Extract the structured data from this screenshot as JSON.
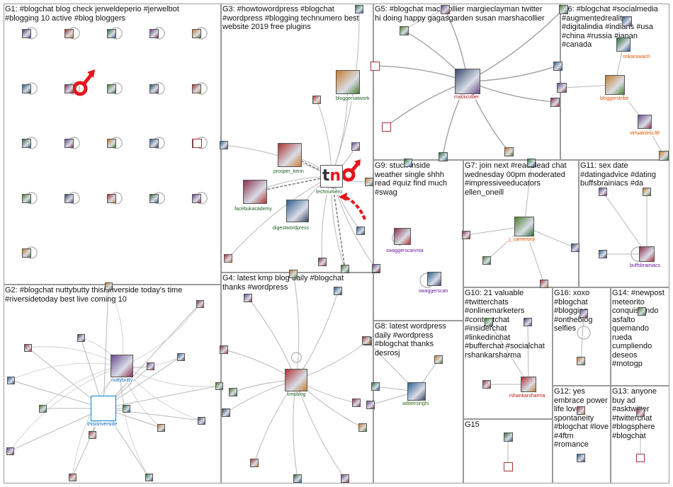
{
  "title": "#blogchat NodeXL network",
  "groups": [
    {
      "id": "G1",
      "label": "G1: #blogchat blog check jerweldeperio #jerwelbot\n#blogging 10 active #blog bloggers"
    },
    {
      "id": "G2",
      "label": "G2: #blogchat nuttybutty thisisriverside today's time\n#riversidetoday best live coming 10"
    },
    {
      "id": "G3",
      "label": "G3: #howtowordpress #blogchat\n#wordpress #blogging technumero best\nwebsite 2019 free plugins"
    },
    {
      "id": "G4",
      "label": "G4: latest kmp blog daily #blogchat\nthanks #wordpress"
    },
    {
      "id": "G5",
      "label": "G5: #blogchat mackcollier margieclayman twitter\nhi doing happy gagasgarden susan marshacollier"
    },
    {
      "id": "G6",
      "label": "G6: #blogchat #socialmedia\n#augmentedreality\n#digitalindia #indians #usa\n#china #russia #japan\n#canada"
    },
    {
      "id": "G7",
      "label": "G7: join next #read2lead chat\nwednesday 00pm moderated\n#impressiveeducators\nellen_oneill"
    },
    {
      "id": "G8",
      "label": "G8: latest wordpress\ndaily #wordpress\n#blogchat thanks\ndesrosj"
    },
    {
      "id": "G9",
      "label": "G9: stuck inside\nweather single shhh\nread #quiz find much\n#swag"
    },
    {
      "id": "G10",
      "label": "G10: 21 valuable\n#twitterchats\n#onlinemarketers\n#contentchat\n#insiderchat\n#linkedinchat\n#bufferchat #socialchat\nrshankarsharma"
    },
    {
      "id": "G11",
      "label": "G11: sex date\n#datingadvice #dating\nbuffsbrainiacs #da"
    },
    {
      "id": "G12",
      "label": "G12: yes\nembrace power\nlife love\nspontaneity\n#blogchat #love\n#4ftm\n#romance"
    },
    {
      "id": "G13",
      "label": "G13: anyone\nbuy ad\n#asktwitter\n#twitterchat\n#blogsphere\n#blogchat"
    },
    {
      "id": "G14",
      "label": "G14: #newpost\nmeteorito\nconquistando\nasfalto\nquemando\nrueda\ncumpliendo\ndeseos\n#motogp"
    },
    {
      "id": "G15",
      "label": "G15"
    },
    {
      "id": "G16",
      "label": "G16: xoxo\n#blogchat\n#blogging\n#ontheblog\nselfies"
    }
  ],
  "node_labels": [
    {
      "id": "bloggersatwork",
      "label": "bloggersatwork"
    },
    {
      "id": "prosper_kenn",
      "label": "prosper_kenn"
    },
    {
      "id": "technumero",
      "label": "technumero"
    },
    {
      "id": "facebukacademy",
      "label": "facebukacademy"
    },
    {
      "id": "digestwordpress",
      "label": "digestwordpress"
    },
    {
      "id": "mackcollier",
      "label": "mackcollier"
    },
    {
      "id": "onkarsiwach",
      "label": "onkarsiwach"
    },
    {
      "id": "bloggerstribe",
      "label": "bloggerstribe"
    },
    {
      "id": "virtualclinic36",
      "label": "virtualclinic36"
    },
    {
      "id": "nuttybutty",
      "label": "nuttybutty"
    },
    {
      "id": "thisisriverside",
      "label": "thisisriverside"
    },
    {
      "id": "kmpblog",
      "label": "kmpblog"
    },
    {
      "id": "swaggerscanmia",
      "label": "swaggerscanmia"
    },
    {
      "id": "swaggerscan",
      "label": "swaggerscan"
    },
    {
      "id": "j_cameronjr",
      "label": "j_cameronjr"
    },
    {
      "id": "buffsbrainiacs",
      "label": "buffsbrainiacs"
    },
    {
      "id": "aditeesinghi",
      "label": "aditeesinghi"
    },
    {
      "id": "rshankarsharma",
      "label": "rshankarsharma"
    }
  ],
  "colors": {
    "highlight": "#e8141b",
    "box_border": "#9a9a9a",
    "edge": "#b8b8b8",
    "label_green": "#1b5e20"
  }
}
